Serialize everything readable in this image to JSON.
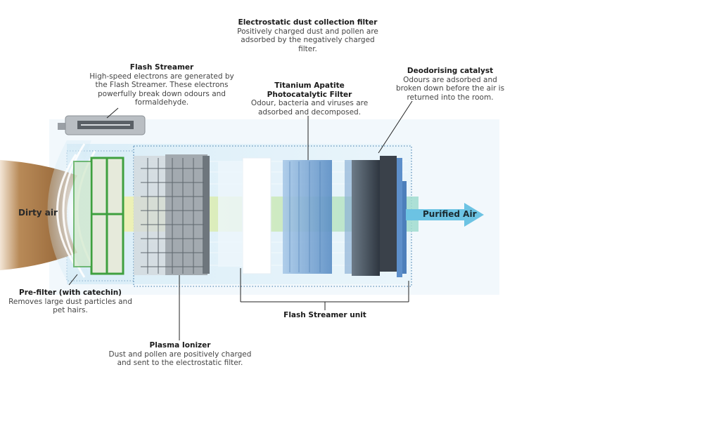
{
  "diagram": {
    "title": "Air purifier filtration stages",
    "inflow_label": "Dirty air",
    "outflow_label": "Purified Air",
    "colors": {
      "dirty_air": "#9a6a3a",
      "purified_arrow": "#6cc3e3",
      "glow": "#cfe8f5",
      "prefilter_frame": "#3fa03f",
      "airflow_band": "#e8f0a8"
    },
    "components": [
      {
        "id": "flash-streamer",
        "title": "Flash Streamer",
        "description": "High-speed electrons are generated by the Flash Streamer. These electrons powerfully break down odours and formaldehyde."
      },
      {
        "id": "electrostatic-filter",
        "title": "Electrostatic dust collection filter",
        "description": "Positively charged dust and pollen are adsorbed by the negatively charged filter."
      },
      {
        "id": "titanium-apatite",
        "title": "Titanium Apatite Photocatalytic Filter",
        "title_line1": "Titanium Apatite",
        "title_line2": "Photocatalytic Filter",
        "description": "Odour, bacteria and viruses are adsorbed and decomposed."
      },
      {
        "id": "deodorising-catalyst",
        "title": "Deodorising catalyst",
        "description": "Odours are adsorbed and broken down before the air is returned into the room."
      },
      {
        "id": "pre-filter",
        "title": "Pre-filter (with catechin)",
        "description": "Removes large dust particles and pet hairs."
      },
      {
        "id": "plasma-ionizer",
        "title": "Plasma Ionizer",
        "description": "Dust and pollen are positively charged and sent to the electrostatic filter."
      }
    ],
    "unit_bracket_label": "Flash Streamer unit"
  }
}
